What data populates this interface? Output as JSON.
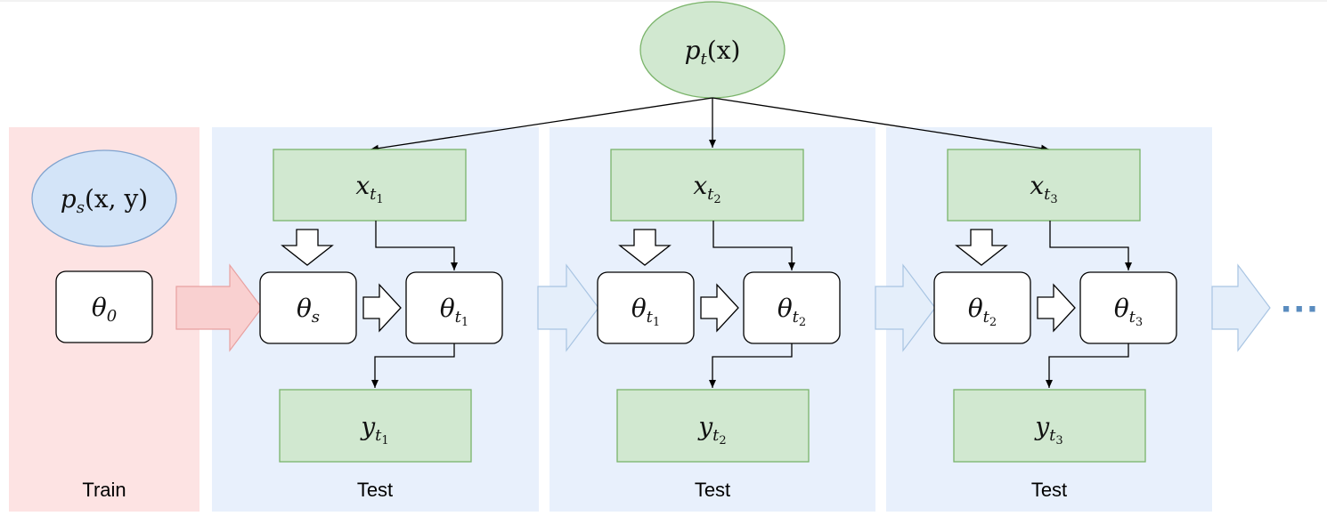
{
  "colors": {
    "train_panel": "#fde3e3",
    "test_panel": "#e8f0fc",
    "green_fill": "#d1e8d0",
    "green_stroke": "#7ab46a",
    "blue_fill": "#d3e4f8",
    "blue_stroke": "#7fa3cf",
    "arrow_red_fill": "#f9d0d0",
    "arrow_red_stroke": "#e8a0a0",
    "arrow_blue_fill": "#e4eefa",
    "arrow_blue_stroke": "#a8c4e2",
    "ellipsis": "#5a8cbf",
    "line": "#000000"
  },
  "source": {
    "target_dist": {
      "base": "p",
      "sub": "t",
      "tail": "(x)"
    }
  },
  "train": {
    "label": "Train",
    "dist": {
      "base": "p",
      "sub": "s",
      "tail": "(x, y)"
    },
    "param": {
      "base": "θ",
      "sub": "0"
    }
  },
  "stages": [
    {
      "label": "Test",
      "input": {
        "base": "x",
        "sub": "t",
        "subsub": "1"
      },
      "prev_param": {
        "base": "θ",
        "sub": "s",
        "subsub": ""
      },
      "next_param": {
        "base": "θ",
        "sub": "t",
        "subsub": "1"
      },
      "output": {
        "base": "y",
        "sub": "t",
        "subsub": "1"
      }
    },
    {
      "label": "Test",
      "input": {
        "base": "x",
        "sub": "t",
        "subsub": "2"
      },
      "prev_param": {
        "base": "θ",
        "sub": "t",
        "subsub": "1"
      },
      "next_param": {
        "base": "θ",
        "sub": "t",
        "subsub": "2"
      },
      "output": {
        "base": "y",
        "sub": "t",
        "subsub": "2"
      }
    },
    {
      "label": "Test",
      "input": {
        "base": "x",
        "sub": "t",
        "subsub": "3"
      },
      "prev_param": {
        "base": "θ",
        "sub": "t",
        "subsub": "2"
      },
      "next_param": {
        "base": "θ",
        "sub": "t",
        "subsub": "3"
      },
      "output": {
        "base": "y",
        "sub": "t",
        "subsub": "3"
      }
    }
  ],
  "continuation": "···"
}
